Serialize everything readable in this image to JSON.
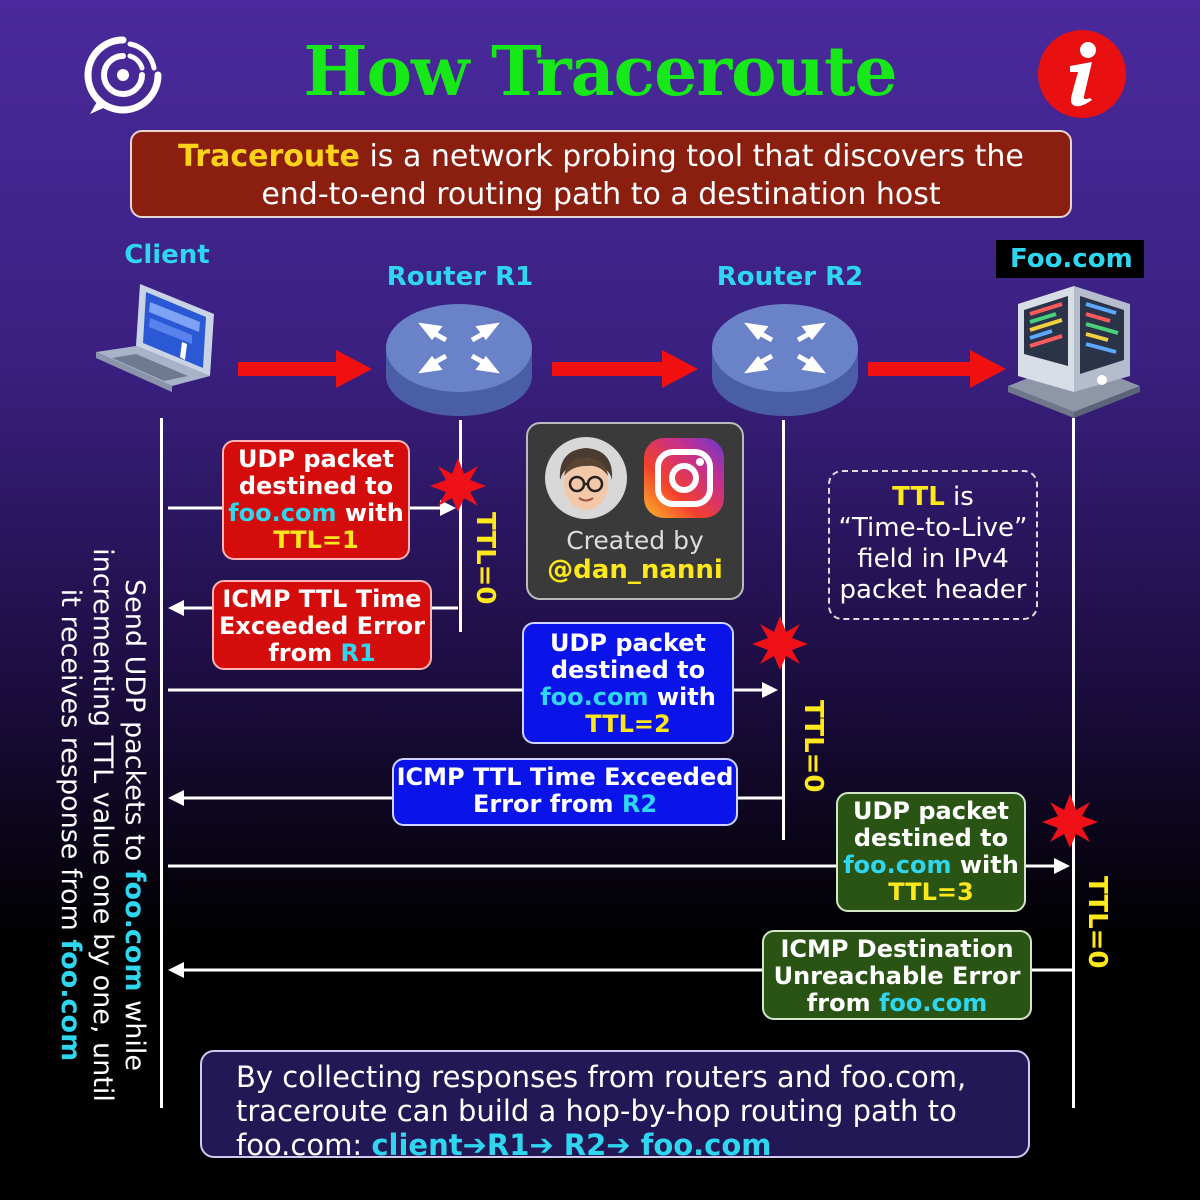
{
  "title": "How Traceroute Works",
  "intro": {
    "keyword": "Traceroute",
    "line1_rest": " is a network probing tool that discovers the",
    "line2": "end-to-end routing path to a destination host"
  },
  "nodes": {
    "client": "Client",
    "r1": "Router R1",
    "r2": "Router R2",
    "dest": "Foo.com"
  },
  "messages": {
    "udp1": {
      "l1": "UDP packet",
      "l2": "destined to",
      "host": "foo.com",
      "with": " with",
      "ttl": "TTL=1"
    },
    "icmp1": {
      "l1": "ICMP TTL Time",
      "l2": "Exceeded Error",
      "from": "from ",
      "src": "R1"
    },
    "udp2": {
      "l1": "UDP packet",
      "l2": "destined to",
      "host": "foo.com",
      "with": " with",
      "ttl": "TTL=2"
    },
    "icmp2": {
      "l1": "ICMP TTL Time Exceeded",
      "l2": "Error from ",
      "src": "R2"
    },
    "udp3": {
      "l1": "UDP packet",
      "l2": "destined to",
      "host": "foo.com",
      "with": " with",
      "ttl": "TTL=3"
    },
    "icmp3": {
      "l1": "ICMP Destination",
      "l2": "Unreachable Error",
      "from": "from ",
      "src": "foo.com"
    }
  },
  "ttl_zero": "TTL=0",
  "creator": {
    "by": "Created by",
    "handle": "@dan_nanni"
  },
  "ttl_note": {
    "kw": "TTL",
    "rest": " is",
    "l2": "“Time-to-Live”",
    "l3": "field in IPv4",
    "l4": "packet header"
  },
  "side_text": {
    "a": "Send UDP packets to ",
    "host1": "foo.com",
    "b": " while incrementing TTL value  one by one, until it receives response from ",
    "host2": "foo.com"
  },
  "summary": {
    "l1": "By collecting responses from routers and foo.com,",
    "l2": "traceroute can build a hop-by-hop routing path to",
    "l3_prefix": "foo.com: ",
    "path": "client➔R1➔ R2➔ foo.com"
  },
  "colors": {
    "title": "#17e817",
    "accent": "#2fd6f0",
    "highlight": "#ffe81a"
  }
}
